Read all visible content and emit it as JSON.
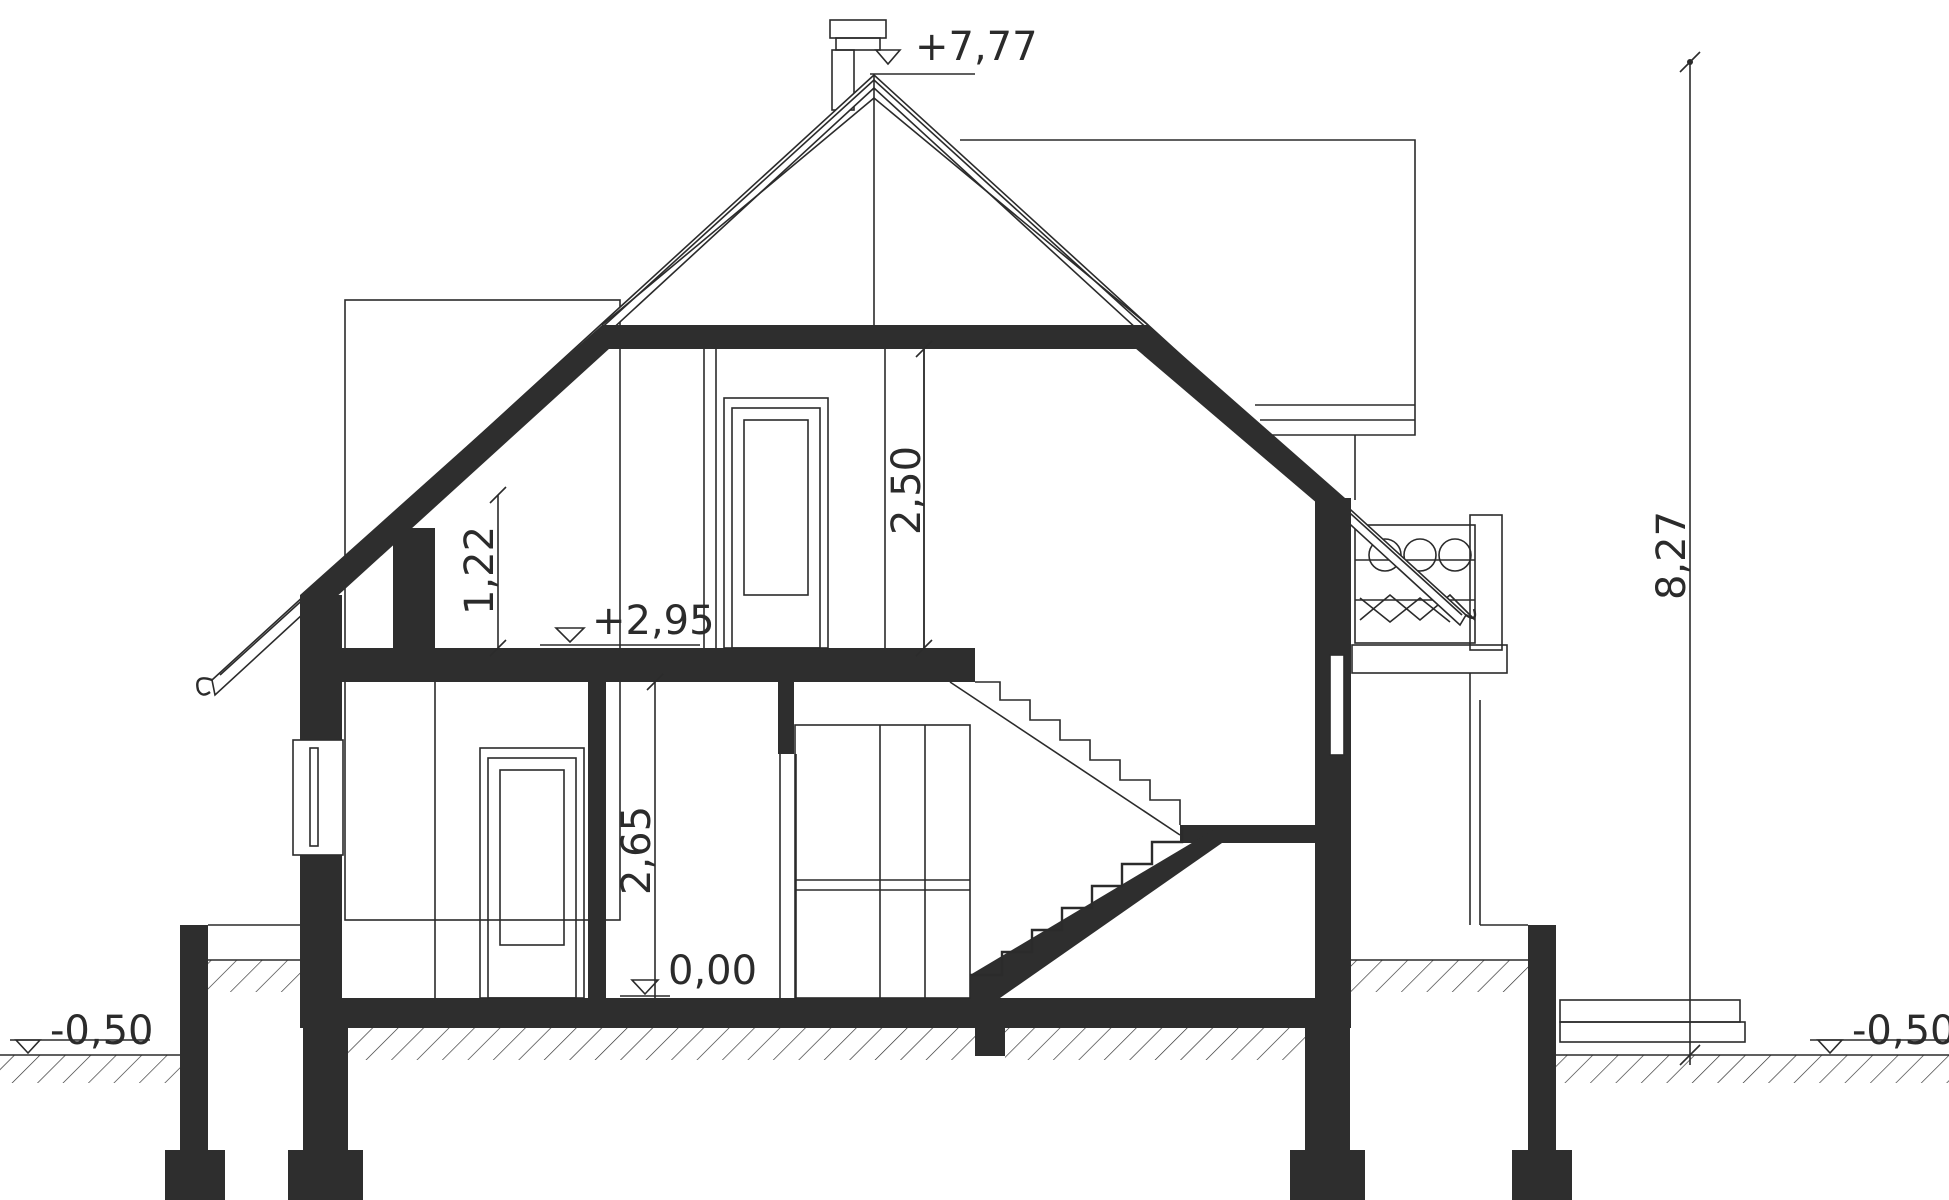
{
  "drawing": {
    "type": "building-section",
    "level_marks": {
      "ridge": "+7,77",
      "attic_floor": "+2,95",
      "ground_floor": "0,00",
      "terrain_left": "-0,50",
      "terrain_right": "-0,50"
    },
    "dimensions": {
      "knee_wall_height": "1,22",
      "attic_clear_height": "2,50",
      "ground_clear_height": "2,65",
      "total_height": "8,27"
    },
    "colors": {
      "structure": "#2e2e2e",
      "line": "#2b2b2b",
      "background": "#ffffff"
    }
  }
}
